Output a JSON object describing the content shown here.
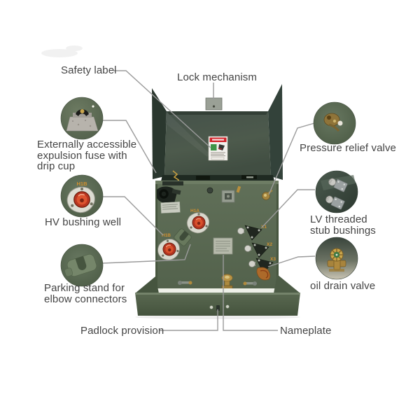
{
  "callouts": {
    "safety_label": "Safety label",
    "lock_mechanism": "Lock mechanism",
    "expulsion_fuse": "Externally accessible\nexpulsion fuse with\ndrip cup",
    "hv_bushing_well": "HV bushing well",
    "parking_stand": "Parking stand for\nelbow connectors",
    "pressure_relief_valve": "Pressure relief valve",
    "lv_stub_bushings": "LV threaded\nstub bushings",
    "oil_drain_valve": "oil drain valve",
    "padlock_provision": "Padlock provision",
    "nameplate": "Nameplate"
  },
  "equipment_tags": {
    "hv_top": "H1A",
    "hv_bottom": "H1B",
    "hv_callout": "H1B",
    "lv_1": "X1",
    "lv_2": "X2",
    "lv_3": "X3"
  },
  "colors": {
    "tank_green": "#5b6a53",
    "lid_dark_green": "#2e3b31",
    "base_green": "#50604a",
    "bushing_red": "#c43b21",
    "brass": "#a8853e",
    "tag_orange": "#d2902f",
    "leader_line": "#9b9b9b",
    "label_text": "#444444",
    "danger_red": "#d2232a"
  }
}
